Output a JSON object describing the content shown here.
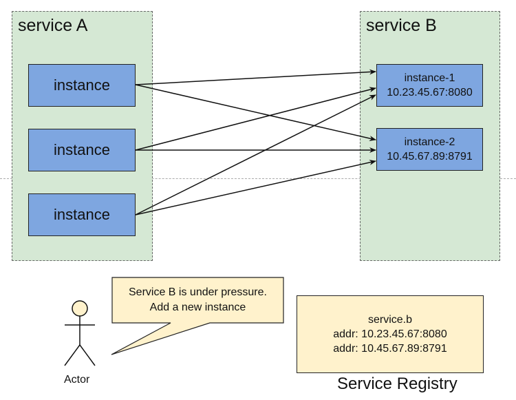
{
  "service_a": {
    "title": "service A",
    "instances": [
      "instance",
      "instance",
      "instance"
    ]
  },
  "service_b": {
    "title": "service B",
    "instances": [
      {
        "name": "instance-1",
        "addr": "10.23.45.67:8080"
      },
      {
        "name": "instance-2",
        "addr": "10.45.67.89:8791"
      }
    ]
  },
  "actor": {
    "label": "Actor"
  },
  "note": {
    "line1": "Service B is under pressure.",
    "line2": "Add a new instance"
  },
  "registry": {
    "key": "service.b",
    "addr1": "addr: 10.23.45.67:8080",
    "addr2": "addr: 10.45.67.89:8791",
    "label": "Service Registry"
  },
  "colors": {
    "service_fill": "#d5e8d4",
    "instance_fill": "#7ea6e0",
    "note_fill": "#fff2cc",
    "registry_fill": "#fff2cc"
  }
}
